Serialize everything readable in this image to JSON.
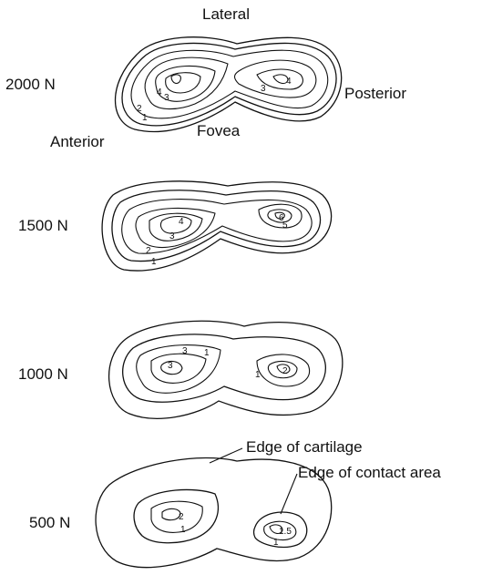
{
  "labels": {
    "lateral": "Lateral",
    "anterior": "Anterior",
    "posterior": "Posterior",
    "fovea": "Fovea",
    "edge_of_cartilage": "Edge of cartilage",
    "edge_of_contact_area": "Edge of contact area"
  },
  "loads": [
    {
      "label": "2000 N",
      "contour_values": [
        "1",
        "2",
        "3",
        "4",
        "3",
        "4"
      ]
    },
    {
      "label": "1500 N",
      "contour_values": [
        "4",
        "3",
        "2",
        "1",
        "6",
        "5"
      ]
    },
    {
      "label": "1000 N",
      "contour_values": [
        "3",
        "3",
        "1",
        "1",
        "2"
      ]
    },
    {
      "label": "500 N",
      "contour_values": [
        "2",
        "1",
        "1.5",
        "1"
      ]
    }
  ]
}
